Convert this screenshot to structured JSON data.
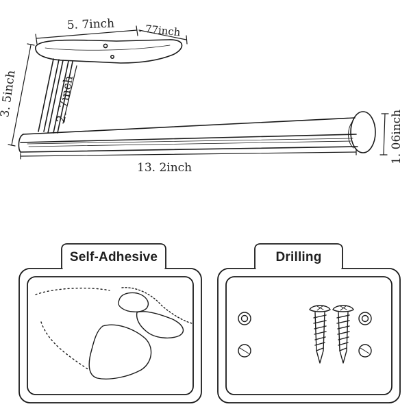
{
  "dimensions": {
    "plate_width": "5. 7inch",
    "plate_depth": ". 77inch",
    "overall_height": "3. 5inch",
    "arm_height": "2. 7inch",
    "bar_length": "13. 2inch",
    "end_cap_diameter": "1. 06inch"
  },
  "installation": {
    "self_adhesive": {
      "label": "Self-Adhesive"
    },
    "drilling": {
      "label": "Drilling"
    }
  }
}
